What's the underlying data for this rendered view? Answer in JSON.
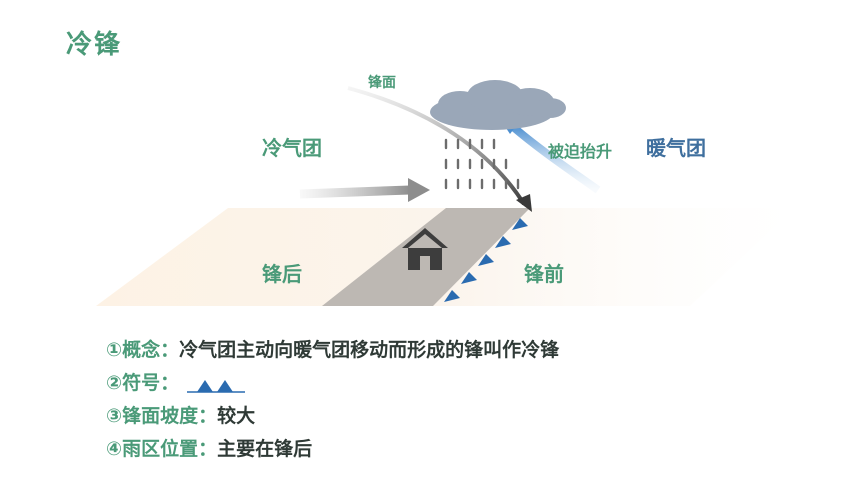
{
  "title": "冷锋",
  "labels": {
    "front_surface": "锋面",
    "cold_air_mass": "冷气团",
    "warm_air_mass": "暖气团",
    "forced_lift": "被迫抬升",
    "behind_front": "锋后",
    "ahead_front": "锋前"
  },
  "notes": [
    {
      "key": "①概念：",
      "text": "冷气团主动向暖气团移动而形成的锋叫作冷锋"
    },
    {
      "key": "②符号：",
      "text": ""
    },
    {
      "key": "③锋面坡度：",
      "text": "较大"
    },
    {
      "key": "④雨区位置：",
      "text": "主要在锋后"
    }
  ],
  "colors": {
    "accent_green": "#4a9a78",
    "warm_blue": "#3f6f9e",
    "front_symbol": "#2a6bb0",
    "cloud": "#9aa7b8"
  },
  "icons": {
    "house": "house-icon",
    "cloud": "cloud-icon"
  }
}
